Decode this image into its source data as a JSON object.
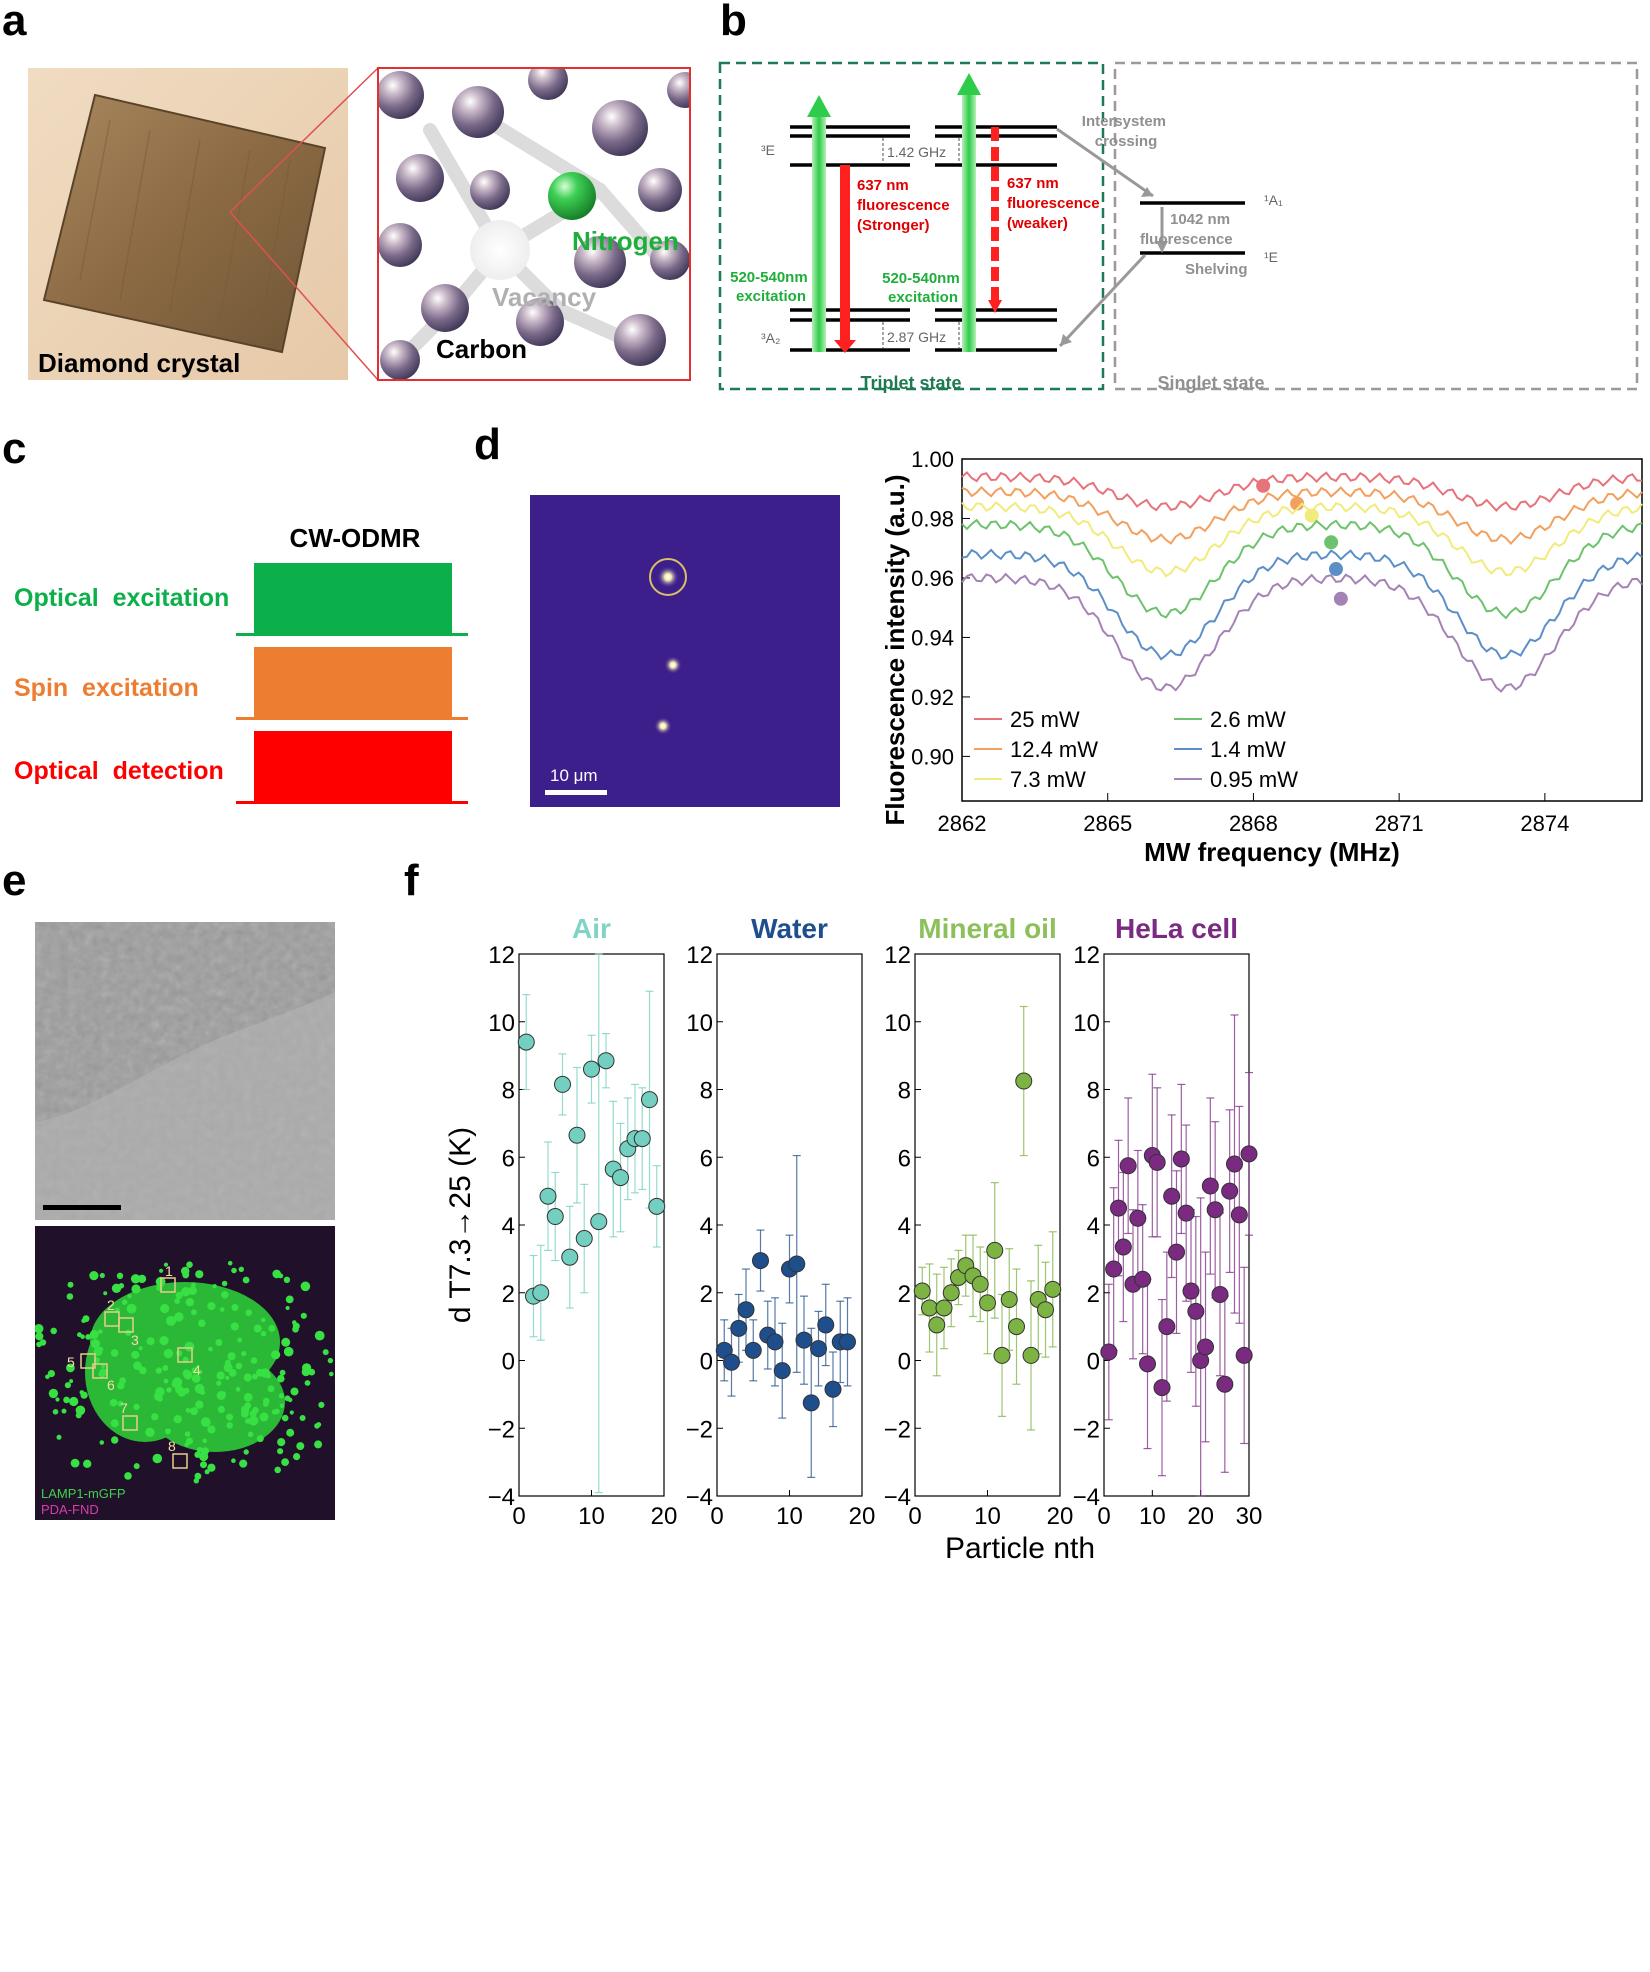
{
  "panels": {
    "a": {
      "label": "a",
      "crystal_caption": "Diamond crystal",
      "atom_labels": {
        "nitrogen": "Nitrogen",
        "vacancy": "Vacancy",
        "carbon": "Carbon"
      }
    },
    "b": {
      "label": "b",
      "level_3E": "³E",
      "level_3A2": "³A₂",
      "level_1A1": "¹A₁",
      "level_1E": "¹E",
      "gap_upper": "1.42 GHz",
      "gap_lower": "2.87 GHz",
      "fluor_strong": [
        "637 nm",
        "fluorescence",
        "(Stronger)"
      ],
      "fluor_weak": [
        "637 nm",
        "fluorescence",
        "(weaker)"
      ],
      "excitation_left": [
        "520-540nm",
        "excitation"
      ],
      "excitation_right": [
        "520-540nm",
        "excitation"
      ],
      "isc": [
        "Intersystem",
        "crossing"
      ],
      "ir_fluor": [
        "1042 nm",
        "fluorescence"
      ],
      "shelving": "Shelving",
      "triplet": "Triplet state",
      "singlet": "Singlet state"
    },
    "c": {
      "label": "c",
      "title": "CW-ODMR",
      "rows": [
        {
          "text": "Optical  excitation",
          "color": "#0bb04b"
        },
        {
          "text": "Spin  excitation",
          "color": "#ed7d31"
        },
        {
          "text": "Optical  detection",
          "color": "#ff0000"
        }
      ]
    },
    "d": {
      "label": "d",
      "scalebar": "10 μm"
    },
    "e": {
      "label": "e",
      "roi_numbers": [
        "1",
        "2",
        "3",
        "4",
        "5",
        "6",
        "7",
        "8"
      ],
      "legend_green": "LAMP1-mGFP",
      "legend_magenta": "PDA-FND"
    },
    "f": {
      "label": "f"
    }
  },
  "chart_data": [
    {
      "type": "line",
      "panel": "d",
      "xlabel": "MW frequency (MHz)",
      "ylabel": "Fluorescence intensity (a.u.)",
      "xlim": [
        2862,
        2876
      ],
      "ylim": [
        0.885,
        1.0
      ],
      "xticks": [
        2862,
        2865,
        2868,
        2871,
        2874
      ],
      "yticks": [
        0.9,
        0.92,
        0.94,
        0.96,
        0.98,
        1.0
      ],
      "ytick_labels": [
        "0.90",
        "0.92",
        "0.94",
        "0.96",
        "0.98",
        "1.00"
      ],
      "legend": "bottom-left, two columns",
      "series": [
        {
          "name": "25 mW",
          "color": "#e8727a",
          "base": 0.994,
          "depth": 0.01,
          "peak": [
            2868.2,
            0.991
          ]
        },
        {
          "name": "12.4 mW",
          "color": "#f2a05e",
          "base": 0.989,
          "depth": 0.016,
          "peak": [
            2868.9,
            0.985
          ]
        },
        {
          "name": "7.3 mW",
          "color": "#f1eb7c",
          "base": 0.984,
          "depth": 0.022,
          "peak": [
            2869.2,
            0.981
          ]
        },
        {
          "name": "2.6 mW",
          "color": "#6ec26e",
          "base": 0.978,
          "depth": 0.03,
          "peak": [
            2869.6,
            0.972
          ]
        },
        {
          "name": "1.4 mW",
          "color": "#5c8fc8",
          "base": 0.968,
          "depth": 0.034,
          "peak": [
            2869.7,
            0.963
          ]
        },
        {
          "name": "0.95 mW",
          "color": "#a582b5",
          "base": 0.96,
          "depth": 0.037,
          "peak": [
            2869.8,
            0.953
          ]
        }
      ]
    },
    {
      "type": "scatter",
      "panel": "f",
      "ylabel": "d T7.3→25 (K)",
      "xlabel": "Particle nth",
      "ylim": [
        -4,
        12
      ],
      "yticks": [
        -4,
        -2,
        0,
        2,
        4,
        6,
        8,
        10,
        12
      ],
      "ytick_labels": [
        "−4",
        "−2",
        "0",
        "2",
        "4",
        "6",
        "8",
        "10",
        "12"
      ],
      "subplots": [
        {
          "title": "Air",
          "color": "#73cfc0",
          "title_color": "#7fd3c7",
          "xlim": [
            0,
            20
          ],
          "xticks": [
            0,
            10,
            20
          ],
          "points": [
            [
              1,
              9.4
            ],
            [
              2,
              1.9
            ],
            [
              3,
              2.0
            ],
            [
              4,
              4.85
            ],
            [
              5,
              4.25
            ],
            [
              6,
              8.15
            ],
            [
              7,
              3.05
            ],
            [
              8,
              6.65
            ],
            [
              9,
              3.6
            ],
            [
              10,
              8.6
            ],
            [
              11,
              4.1
            ],
            [
              12,
              8.85
            ],
            [
              13,
              5.65
            ],
            [
              14,
              5.4
            ],
            [
              15,
              6.25
            ],
            [
              16,
              6.55
            ],
            [
              17,
              6.55
            ],
            [
              18,
              7.7
            ],
            [
              19,
              4.55
            ]
          ],
          "err": [
            1.4,
            1.2,
            1.4,
            1.6,
            1.3,
            0.9,
            1.5,
            2.0,
            1.6,
            1.0,
            8.0,
            0.8,
            2.0,
            1.6,
            1.5,
            1.6,
            1.5,
            3.2,
            1.2
          ]
        },
        {
          "title": "Water",
          "color": "#1f4e8c",
          "title_color": "#1f4e8c",
          "xlim": [
            0,
            20
          ],
          "xticks": [
            0,
            10,
            20
          ],
          "points": [
            [
              1,
              0.3
            ],
            [
              2,
              -0.05
            ],
            [
              3,
              0.95
            ],
            [
              4,
              1.5
            ],
            [
              5,
              0.3
            ],
            [
              6,
              2.95
            ],
            [
              7,
              0.75
            ],
            [
              8,
              0.55
            ],
            [
              9,
              -0.3
            ],
            [
              10,
              2.7
            ],
            [
              11,
              2.85
            ],
            [
              12,
              0.6
            ],
            [
              13,
              -1.25
            ],
            [
              14,
              0.35
            ],
            [
              15,
              1.05
            ],
            [
              16,
              -0.85
            ],
            [
              17,
              0.55
            ],
            [
              18,
              0.55
            ]
          ],
          "err": [
            0.9,
            1.0,
            1.0,
            1.2,
            0.9,
            0.9,
            1.0,
            1.3,
            1.4,
            1.0,
            3.2,
            1.3,
            2.2,
            1.1,
            1.2,
            1.1,
            1.2,
            1.3
          ]
        },
        {
          "title": "Mineral oil",
          "color": "#7cb342",
          "title_color": "#8cc05a",
          "xlim": [
            0,
            20
          ],
          "xticks": [
            0,
            10,
            20
          ],
          "points": [
            [
              1,
              2.05
            ],
            [
              2,
              1.55
            ],
            [
              3,
              1.05
            ],
            [
              4,
              1.55
            ],
            [
              5,
              2.0
            ],
            [
              6,
              2.45
            ],
            [
              7,
              2.8
            ],
            [
              8,
              2.5
            ],
            [
              9,
              2.25
            ],
            [
              10,
              1.7
            ],
            [
              11,
              3.25
            ],
            [
              12,
              0.15
            ],
            [
              13,
              1.8
            ],
            [
              14,
              1.0
            ],
            [
              15,
              8.25
            ],
            [
              16,
              0.15
            ],
            [
              17,
              1.8
            ],
            [
              18,
              1.5
            ],
            [
              19,
              2.1
            ]
          ],
          "err": [
            0.7,
            1.3,
            1.5,
            1.2,
            1.0,
            0.8,
            0.9,
            1.2,
            1.1,
            1.5,
            2.0,
            1.8,
            1.5,
            1.7,
            2.2,
            2.2,
            1.6,
            1.4,
            1.7
          ]
        },
        {
          "title": "HeLa cell",
          "color": "#7b2a82",
          "title_color": "#7b2a82",
          "xlim": [
            0,
            30
          ],
          "xticks": [
            0,
            10,
            20,
            30
          ],
          "points": [
            [
              1,
              0.25
            ],
            [
              2,
              2.7
            ],
            [
              3,
              4.5
            ],
            [
              4,
              3.35
            ],
            [
              5,
              5.75
            ],
            [
              6,
              2.25
            ],
            [
              7,
              4.2
            ],
            [
              8,
              2.4
            ],
            [
              9,
              -0.1
            ],
            [
              10,
              6.05
            ],
            [
              11,
              5.85
            ],
            [
              12,
              -0.8
            ],
            [
              13,
              1.0
            ],
            [
              14,
              4.85
            ],
            [
              15,
              3.2
            ],
            [
              16,
              5.95
            ],
            [
              17,
              4.35
            ],
            [
              18,
              2.05
            ],
            [
              19,
              1.45
            ],
            [
              20,
              0
            ],
            [
              21,
              0.4
            ],
            [
              22,
              5.15
            ],
            [
              23,
              4.45
            ],
            [
              24,
              1.95
            ],
            [
              25,
              -0.7
            ],
            [
              26,
              5.0
            ],
            [
              27,
              5.8
            ],
            [
              28,
              4.3
            ],
            [
              29,
              0.15
            ],
            [
              30,
              6.1
            ]
          ],
          "err": [
            2.0,
            2.4,
            2.0,
            2.2,
            2.0,
            2.2,
            2.0,
            2.2,
            2.5,
            2.4,
            2.2,
            2.6,
            2.2,
            2.4,
            2.4,
            2.2,
            2.6,
            2.4,
            2.8,
            4.8,
            2.8,
            2.6,
            2.6,
            2.4,
            2.6,
            2.4,
            4.4,
            3.2,
            2.6,
            2.4
          ]
        }
      ]
    }
  ]
}
